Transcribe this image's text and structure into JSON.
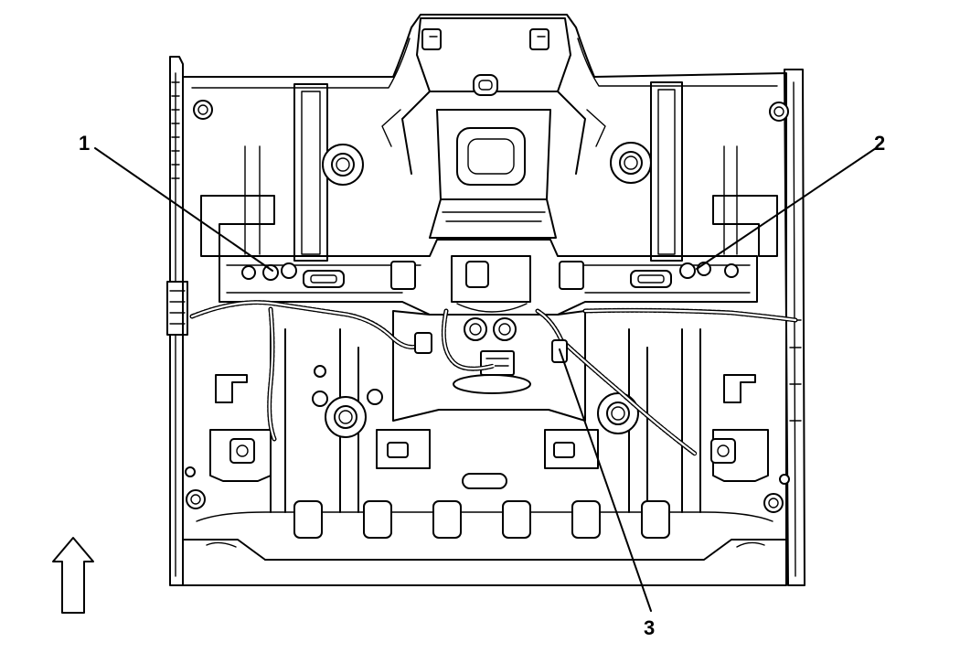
{
  "diagram": {
    "callouts": [
      {
        "id": "1",
        "label": "1"
      },
      {
        "id": "2",
        "label": "2"
      },
      {
        "id": "3",
        "label": "3"
      }
    ],
    "direction_arrow": {
      "icon": "forward-arrow-icon"
    }
  }
}
